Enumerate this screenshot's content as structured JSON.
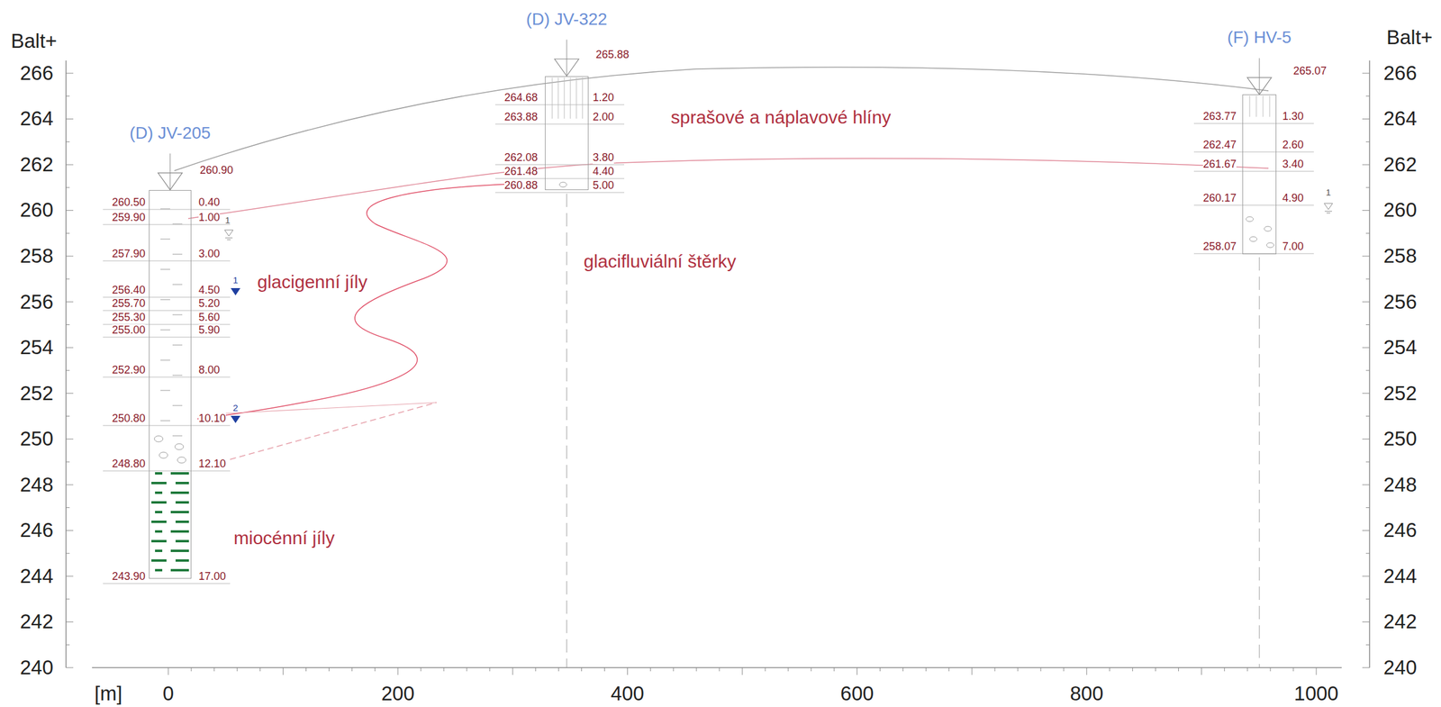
{
  "diagram": {
    "nodes": [
      {
        "text": [
          "(D) JV-205"
        ]
      },
      {
        "text": [
          "(D) JV-322"
        ]
      },
      {
        "text": [
          "(F) HV-5"
        ]
      }
    ],
    "labels": [
      "Balt+",
      "Balt+",
      "266",
      "264",
      "262",
      "260",
      "258",
      "256",
      "254",
      "252",
      "250",
      "248",
      "246",
      "244",
      "242",
      "240",
      "266",
      "264",
      "262",
      "260",
      "258",
      "256",
      "254",
      "252",
      "250",
      "248",
      "246",
      "244",
      "242",
      "240",
      "[m]",
      "0",
      "200",
      "400",
      "600",
      "800",
      "1000",
      "260.90",
      "260.50",
      "0.40",
      "259.90",
      "1.00",
      "257.90",
      "3.00",
      "256.40",
      "4.50",
      "255.70",
      "5.20",
      "255.30",
      "5.60",
      "255.00",
      "5.90",
      "252.90",
      "8.00",
      "250.80",
      "10.10",
      "248.80",
      "12.10",
      "243.90",
      "17.00",
      "1",
      "1",
      "2",
      "265.88",
      "264.68",
      "1.20",
      "263.88",
      "2.00",
      "262.08",
      "3.80",
      "261.48",
      "4.40",
      "260.88",
      "5.00",
      "265.07",
      "263.77",
      "1.30",
      "262.47",
      "2.60",
      "261.67",
      "3.40",
      "260.17",
      "4.90",
      "258.07",
      "7.00",
      "1",
      "sprašové a náplavové hlíny",
      "glacigenní jíly",
      "glacifluviální štěrky",
      "miocénní jíly"
    ]
  }
}
